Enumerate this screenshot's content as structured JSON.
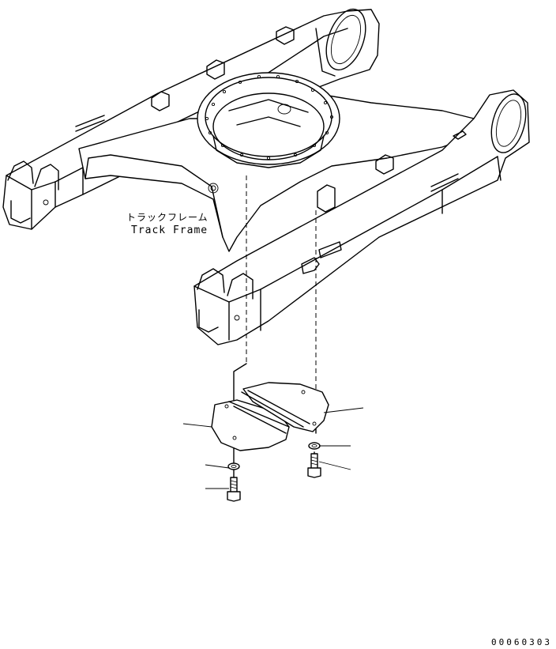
{
  "diagram": {
    "part_label_jp": "トラックフレーム",
    "part_label_en": "Track Frame",
    "drawing_number": "00060303"
  },
  "colors": {
    "line": "#000000",
    "background": "#ffffff"
  }
}
